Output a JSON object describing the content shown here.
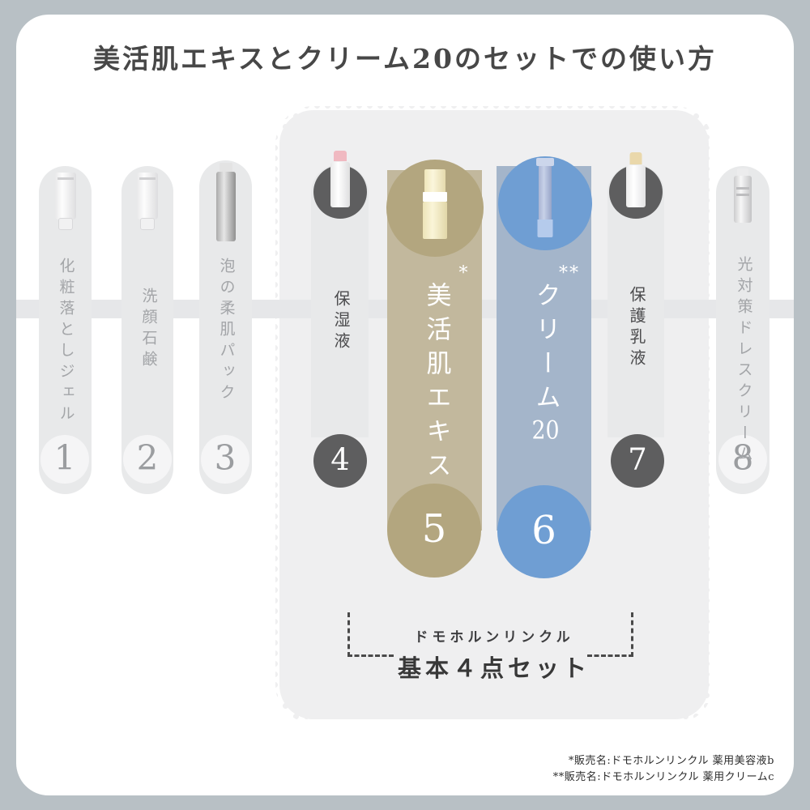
{
  "page": {
    "title": "美活肌エキスとクリーム20のセットでの使い方",
    "background_color": "#b8c0c5",
    "card_color": "#ffffff",
    "stamp_card_color": "#efeff0"
  },
  "steps": [
    {
      "num": "1",
      "label": "化粧落としジェル"
    },
    {
      "num": "2",
      "label": "洗顔石鹸"
    },
    {
      "num": "3",
      "label": "泡の柔肌パック"
    },
    {
      "num": "4",
      "label": "保湿液"
    },
    {
      "num": "5",
      "label": "美活肌エキス",
      "asterisk": "*"
    },
    {
      "num": "6",
      "label": "クリーム",
      "label_num": "20",
      "asterisk": "**"
    },
    {
      "num": "7",
      "label": "保護乳液"
    },
    {
      "num": "8",
      "label": "光対策ドレスクリーム"
    }
  ],
  "product_icons": [
    "cleansing-gel-tube",
    "face-soap-tube",
    "foam-pack-spray-can",
    "moisturizer-bottle-pink-cap",
    "bikatsuhada-extract-bottle",
    "cream20-blue-tube",
    "protective-emulsion-bottle",
    "uv-dress-cream-tube"
  ],
  "set_box": {
    "brand": "ドモホルンリンクル",
    "set_name": "基本４点セット"
  },
  "footnotes": [
    "*販売名:ドモホルンリンクル 薬用美容液b",
    "**販売名:ドモホルンリンクル 薬用クリームc"
  ],
  "colors": {
    "accent_tan": "#b3a67f",
    "accent_tan_light": "#c2b89d",
    "accent_blue": "#6f9ed3",
    "accent_blue_light": "#a4b5ca",
    "dark_circle": "#5e5e5f",
    "pill_gray": "#e8e9ea",
    "connector_line": "#e6e7e9"
  }
}
